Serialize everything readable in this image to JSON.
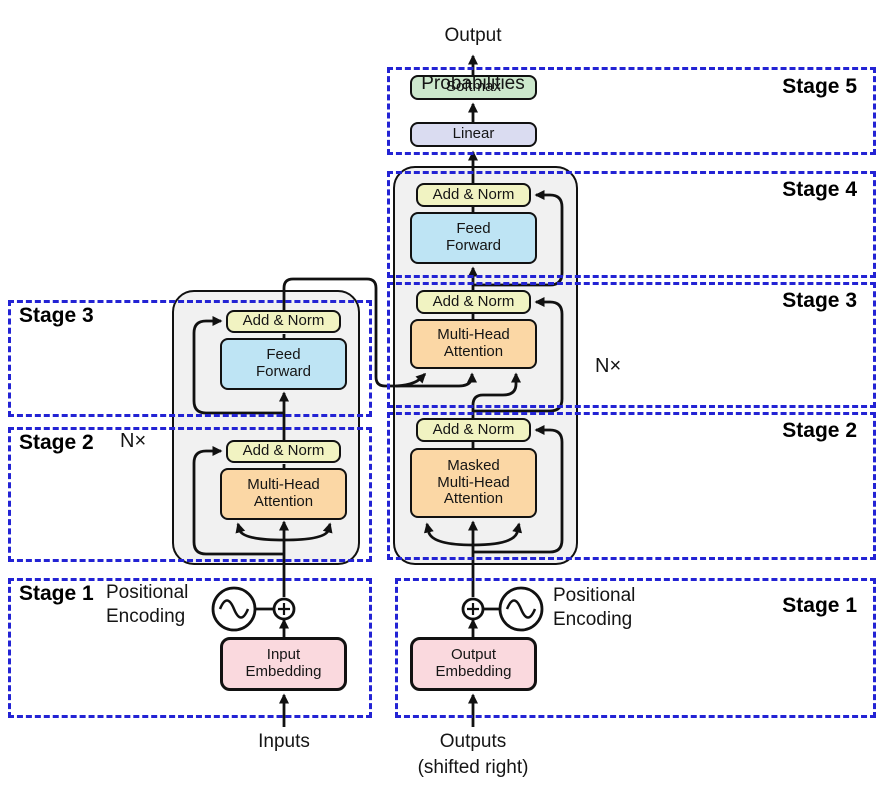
{
  "colors": {
    "add_norm": "#f1f3c2",
    "feed_forward": "#bee4f4",
    "attention": "#fbd7a5",
    "softmax": "#cce8cc",
    "linear": "#dadcf1",
    "embedding": "#fad9de",
    "container": "#f1f1f1",
    "stage_border": "#2323d4",
    "line": "#111111"
  },
  "output": {
    "line1": "Output",
    "line2": "Probabilities"
  },
  "stages": {
    "right": {
      "s5": "Stage 5",
      "s4": "Stage 4",
      "s3": "Stage 3",
      "s2": "Stage 2",
      "s1": "Stage 1"
    },
    "left": {
      "s3": "Stage 3",
      "s2": "Stage 2",
      "s1": "Stage 1"
    }
  },
  "repeat": {
    "left": "N×",
    "right": "N×"
  },
  "head": {
    "softmax": "Softmax",
    "linear": "Linear"
  },
  "decoder": {
    "add_norm_s4": "Add & Norm",
    "feed_forward": "Feed\nForward",
    "add_norm_s3": "Add & Norm",
    "multi_head_attention": "Multi-Head\nAttention",
    "add_norm_s2": "Add & Norm",
    "masked_multi_head_attention": "Masked\nMulti-Head\nAttention"
  },
  "encoder": {
    "add_norm_s3": "Add & Norm",
    "feed_forward": "Feed\nForward",
    "add_norm_s2": "Add & Norm",
    "multi_head_attention": "Multi-Head\nAttention"
  },
  "io": {
    "input_embedding": "Input\nEmbedding",
    "output_embedding": "Output\nEmbedding",
    "pos_enc_left": "Positional\nEncoding",
    "pos_enc_right": "Positional\nEncoding",
    "inputs_label": "Inputs",
    "outputs_label": "Outputs",
    "outputs_sub": "(shifted right)"
  }
}
